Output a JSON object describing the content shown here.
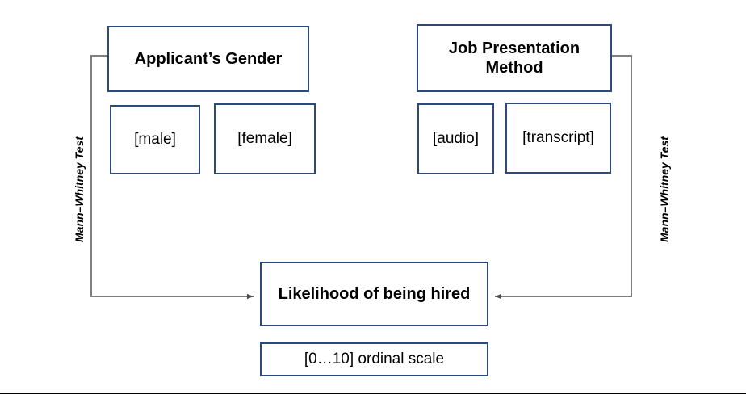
{
  "figure": {
    "type": "research-design-diagram",
    "border_color": "#2e4a7d",
    "connector_color": "#808080",
    "rule_color": "#000000"
  },
  "independent_variables": [
    {
      "name": "applicants-gender",
      "title": "Applicant’s Gender",
      "levels": [
        {
          "name": "male",
          "label": "[male]"
        },
        {
          "name": "female",
          "label": "[female]"
        }
      ]
    },
    {
      "name": "job-presentation-method",
      "title": "Job Presentation\nMethod",
      "title_line1": "Job Presentation",
      "title_line2": "Method",
      "levels": [
        {
          "name": "audio",
          "label": "[audio]"
        },
        {
          "name": "transcript",
          "label": "[transcript]"
        }
      ]
    }
  ],
  "dependent_variable": {
    "name": "likelihood-of-being-hired",
    "title": "Likelihood of being hired",
    "measure": "[0…10] ordinal scale"
  },
  "analysis": {
    "left_test_label": "Mann–Whitney Test",
    "right_test_label": "Mann–Whitney Test"
  }
}
